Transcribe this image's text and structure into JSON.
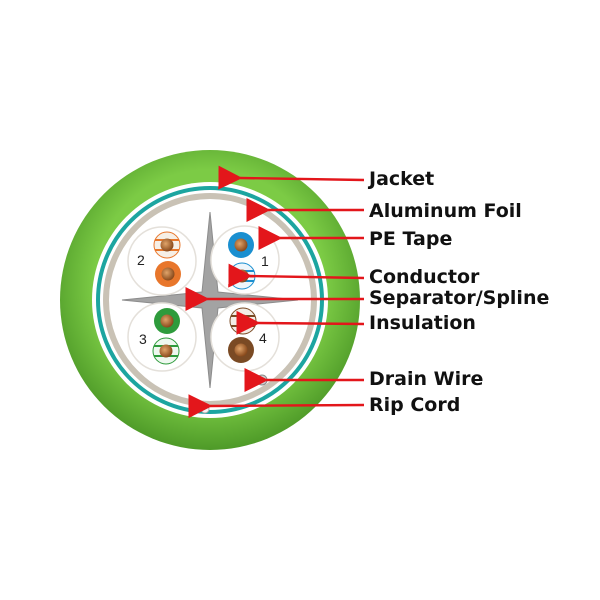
{
  "diagram": {
    "pair_numbers": [
      "1",
      "2",
      "3",
      "4"
    ],
    "callouts": {
      "jacket": "Jacket",
      "aluminum_foil": "Aluminum Foil",
      "pe_tape": "PE Tape",
      "conductor": "Conductor",
      "separator": "Separator/Spline",
      "insulation": "Insulation",
      "drain_wire": "Drain Wire",
      "rip_cord": "Rip Cord"
    },
    "colors": {
      "jacket": "#6cbf3a",
      "jacket_dark": "#4e9a28",
      "pe_tape": "#1ca5a0",
      "aluminum_foil": "#c9c2b5",
      "separator": "#9c9c9c",
      "arrow": "#e3161b",
      "copper": "#a8602a",
      "pair_blue": "#1a8fd0",
      "pair_orange": "#e8762b",
      "pair_green": "#2e9b3c",
      "pair_brown": "#7a4a24"
    }
  }
}
